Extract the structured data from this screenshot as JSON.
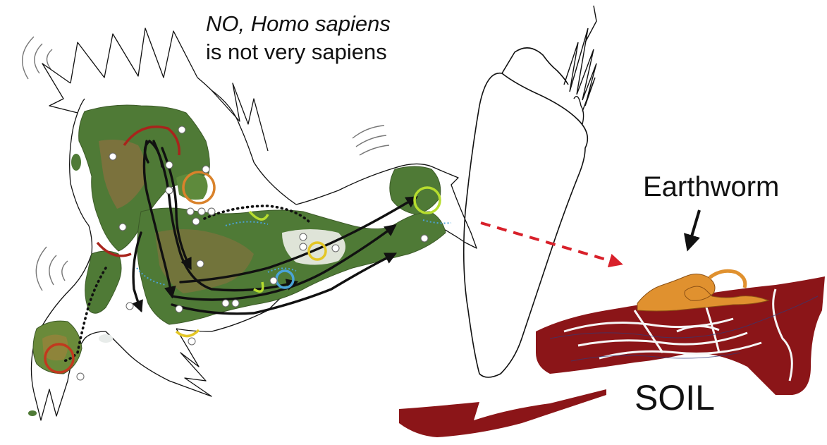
{
  "title": {
    "line1": "NO, Homo sapiens",
    "line2": "is not very sapiens"
  },
  "labels": {
    "earthworm": "Earthworm",
    "soil": "SOIL"
  },
  "colors": {
    "soil": "#8b1518",
    "earthworm": "#e0912f",
    "arrow_dashed": "#d8202a",
    "land_green": "#4f7a36",
    "land_brown": "#8a7040",
    "sea_ice": "#f2f4f0",
    "migration_arrow": "#111111",
    "ring_red": "#a8241c",
    "ring_orange": "#d9822b",
    "ring_yellow": "#e3c626",
    "ring_lime": "#b7dd2e",
    "ring_blue": "#4aa3d8",
    "outline": "#111111"
  },
  "icons": [
    "migration-map",
    "bird-outline",
    "scribble",
    "earthworm-shape",
    "soil-shape",
    "down-arrow",
    "dashed-arrow"
  ]
}
